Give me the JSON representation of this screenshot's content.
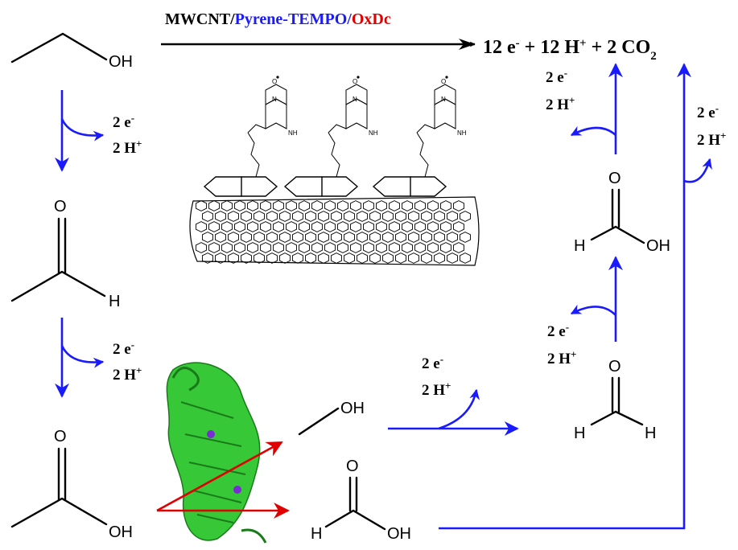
{
  "colors": {
    "black": "#000000",
    "blue": "#1a1aff",
    "red": "#e00000",
    "protein": "#22c422",
    "metal": "#7a2bd6"
  },
  "title": {
    "mwcnt": "MWCNT/",
    "pyrene": "Pyrene-TEMPO/",
    "oxdc": "OxDc"
  },
  "product": {
    "p1": "12 e",
    "sup1": "-",
    "p2": " + 12 H",
    "sup2": "+",
    "p3": " + 2 CO",
    "sub3": "2"
  },
  "atoms": {
    "oh": "OH",
    "o": "O",
    "h": "H"
  },
  "step": {
    "e": "2 e",
    "e_sup": "-",
    "h": "2 H",
    "h_sup": "+"
  },
  "tempo": {
    "n": "N",
    "o": "O",
    "nh": "NH"
  }
}
